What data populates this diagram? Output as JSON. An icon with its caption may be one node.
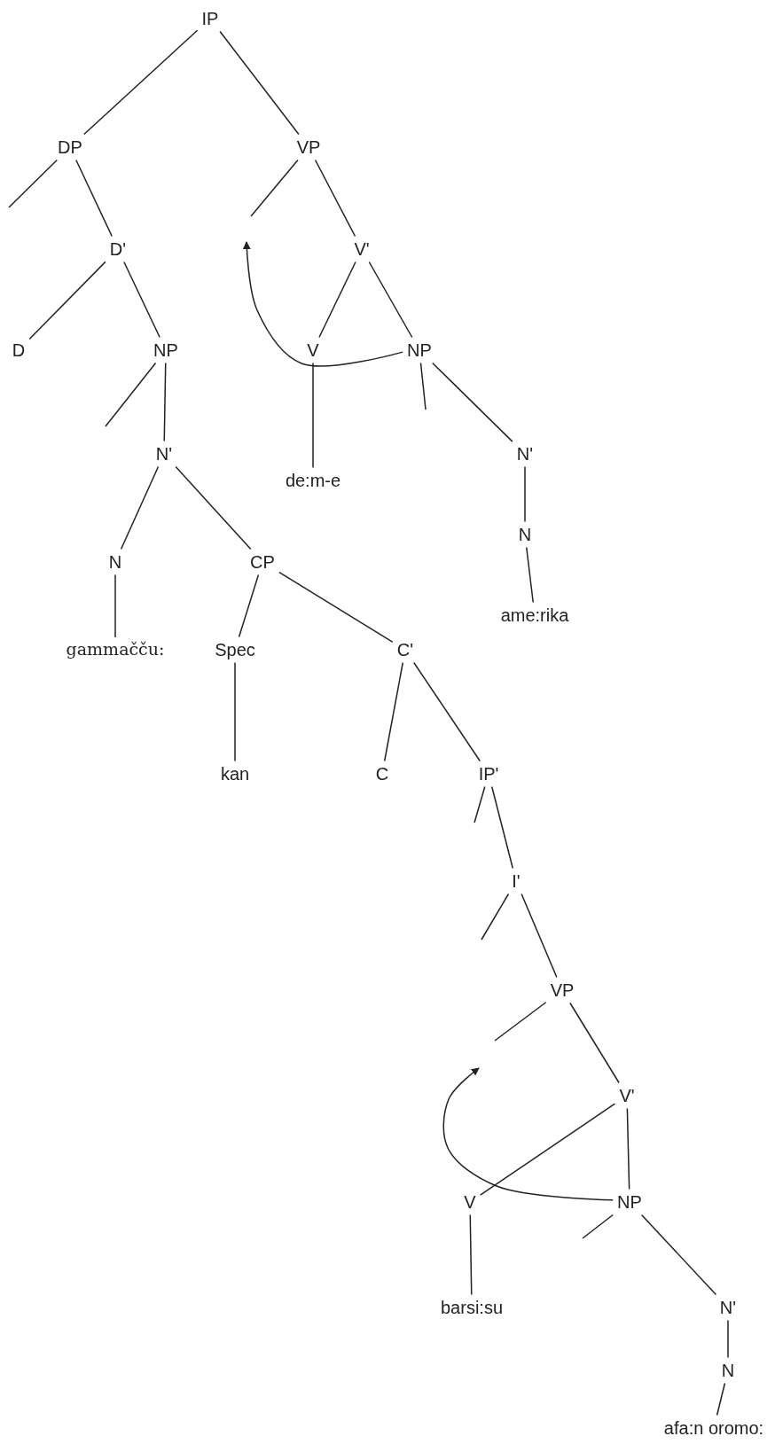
{
  "diagram": {
    "nodes": [
      {
        "text": [
          "IP"
        ]
      },
      {
        "text": [
          "DP"
        ]
      },
      {
        "text": [
          "VP"
        ]
      },
      {
        "text": [
          "D'"
        ]
      },
      {
        "text": [
          "V'"
        ]
      },
      {
        "text": [
          "D"
        ]
      },
      {
        "text": [
          "NP"
        ]
      },
      {
        "text": [
          "V"
        ]
      },
      {
        "text": [
          "NP"
        ]
      },
      {
        "text": [
          "N'"
        ]
      },
      {
        "text": [
          "de:m-e"
        ]
      },
      {
        "text": [
          "N'"
        ]
      },
      {
        "text": [
          "N"
        ]
      },
      {
        "text": [
          "CP"
        ]
      },
      {
        "text": [
          "N"
        ]
      },
      {
        "text": [
          "gammačču:"
        ]
      },
      {
        "text": [
          "Spec"
        ]
      },
      {
        "text": [
          "C'"
        ]
      },
      {
        "text": [
          "ame:rika"
        ]
      },
      {
        "text": [
          "kan"
        ]
      },
      {
        "text": [
          "C"
        ]
      },
      {
        "text": [
          "IP'"
        ]
      },
      {
        "text": [
          "I'"
        ]
      },
      {
        "text": [
          "VP"
        ]
      },
      {
        "text": [
          "V'"
        ]
      },
      {
        "text": [
          "V"
        ]
      },
      {
        "text": [
          "NP"
        ]
      },
      {
        "text": [
          "barsi:su"
        ]
      },
      {
        "text": [
          "N'"
        ]
      },
      {
        "text": [
          "N"
        ]
      },
      {
        "text": [
          "afa:n oromo:"
        ]
      }
    ],
    "edges": [
      {
        "from": 0,
        "to": 1,
        "arrow": "none"
      },
      {
        "from": 0,
        "to": 2,
        "arrow": "none"
      },
      {
        "from": 1,
        "to": null,
        "arrow": "none"
      },
      {
        "from": 1,
        "to": 3,
        "arrow": "none"
      },
      {
        "from": 2,
        "to": null,
        "arrow": "none"
      },
      {
        "from": 2,
        "to": 4,
        "arrow": "none"
      },
      {
        "from": 3,
        "to": 5,
        "arrow": "none"
      },
      {
        "from": 3,
        "to": 6,
        "arrow": "none"
      },
      {
        "from": 4,
        "to": 7,
        "arrow": "none"
      },
      {
        "from": 4,
        "to": 8,
        "arrow": "none"
      },
      {
        "from": 6,
        "to": null,
        "arrow": "none"
      },
      {
        "from": 6,
        "to": 9,
        "arrow": "none"
      },
      {
        "from": 7,
        "to": 10,
        "arrow": "none"
      },
      {
        "from": 8,
        "to": null,
        "arrow": "none"
      },
      {
        "from": 8,
        "to": 11,
        "arrow": "none"
      },
      {
        "from": 9,
        "to": 12,
        "arrow": "none"
      },
      {
        "from": 9,
        "to": 13,
        "arrow": "none"
      },
      {
        "from": 11,
        "to": 14,
        "arrow": "none"
      },
      {
        "from": 14,
        "to": 18,
        "arrow": "none"
      },
      {
        "from": 12,
        "to": 15,
        "arrow": "none"
      },
      {
        "from": 13,
        "to": 16,
        "arrow": "none"
      },
      {
        "from": 13,
        "to": 17,
        "arrow": "none"
      },
      {
        "from": 16,
        "to": 19,
        "arrow": "none"
      },
      {
        "from": 17,
        "to": 20,
        "arrow": "none"
      },
      {
        "from": 17,
        "to": 21,
        "arrow": "none"
      },
      {
        "from": 21,
        "to": null,
        "arrow": "none"
      },
      {
        "from": 21,
        "to": 22,
        "arrow": "none"
      },
      {
        "from": 22,
        "to": null,
        "arrow": "none"
      },
      {
        "from": 22,
        "to": 23,
        "arrow": "none"
      },
      {
        "from": 23,
        "to": null,
        "arrow": "none"
      },
      {
        "from": 23,
        "to": 24,
        "arrow": "none"
      },
      {
        "from": 24,
        "to": 25,
        "arrow": "none"
      },
      {
        "from": 24,
        "to": 26,
        "arrow": "none"
      },
      {
        "from": 26,
        "to": null,
        "arrow": "none"
      },
      {
        "from": 26,
        "to": 28,
        "arrow": "none"
      },
      {
        "from": 28,
        "to": 29,
        "arrow": "none"
      },
      {
        "from": 29,
        "to": 30,
        "arrow": "none"
      },
      {
        "from": 25,
        "to": 27,
        "arrow": "none"
      },
      {
        "from": 8,
        "to": null,
        "arrow": "to"
      },
      {
        "from": 26,
        "to": null,
        "arrow": "to"
      }
    ]
  }
}
